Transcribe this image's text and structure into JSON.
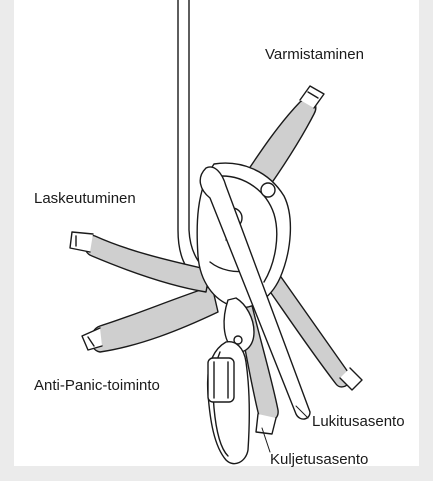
{
  "labels": {
    "securing": "Varmistaminen",
    "descending": "Laskeutuminen",
    "anti_panic": "Anti-Panic-toiminto",
    "locking": "Lukitusasento",
    "carrying": "Kuljetusasento"
  },
  "colors": {
    "background": "#ebebeb",
    "panel": "#ffffff",
    "handle_fill": "#cfcfcf",
    "line": "#1a1a1a"
  }
}
